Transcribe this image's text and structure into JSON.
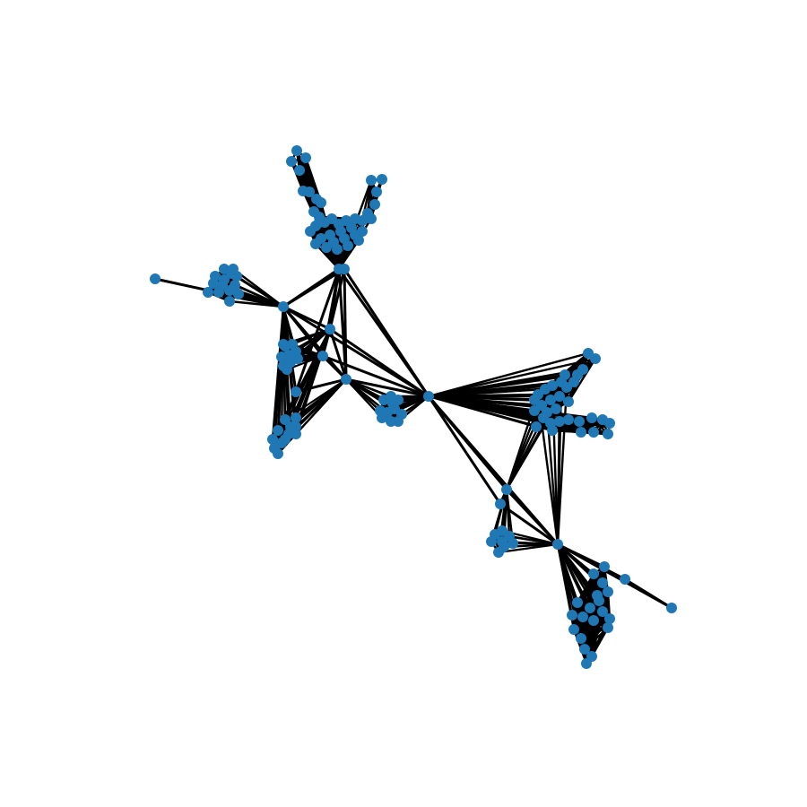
{
  "diagram": {
    "type": "network-graph",
    "node_color": "#1f77b4",
    "edge_color": "#000000",
    "background": "#ffffff",
    "hubs": [
      "hub-center",
      "hub-left",
      "hub-upper",
      "hub-lower-right",
      "hub-mid-right"
    ],
    "clusters": [
      {
        "id": "cluster-top",
        "hub": "hub-upper"
      },
      {
        "id": "cluster-top-arm-left",
        "hub": "hub-upper"
      },
      {
        "id": "cluster-top-arm-right",
        "hub": "hub-upper"
      },
      {
        "id": "cluster-far-left",
        "hub": "hub-left"
      },
      {
        "id": "cluster-left-mid",
        "hub": "hub-left"
      },
      {
        "id": "cluster-left-low",
        "hub": "hub-left"
      },
      {
        "id": "cluster-center-low",
        "hub": "hub-center"
      },
      {
        "id": "cluster-right-upper",
        "hub": "hub-center"
      },
      {
        "id": "cluster-right-arm",
        "hub": "hub-center"
      },
      {
        "id": "cluster-right-mid",
        "hub": "hub-mid-right"
      },
      {
        "id": "cluster-lower-right",
        "hub": "hub-lower-right"
      }
    ]
  }
}
